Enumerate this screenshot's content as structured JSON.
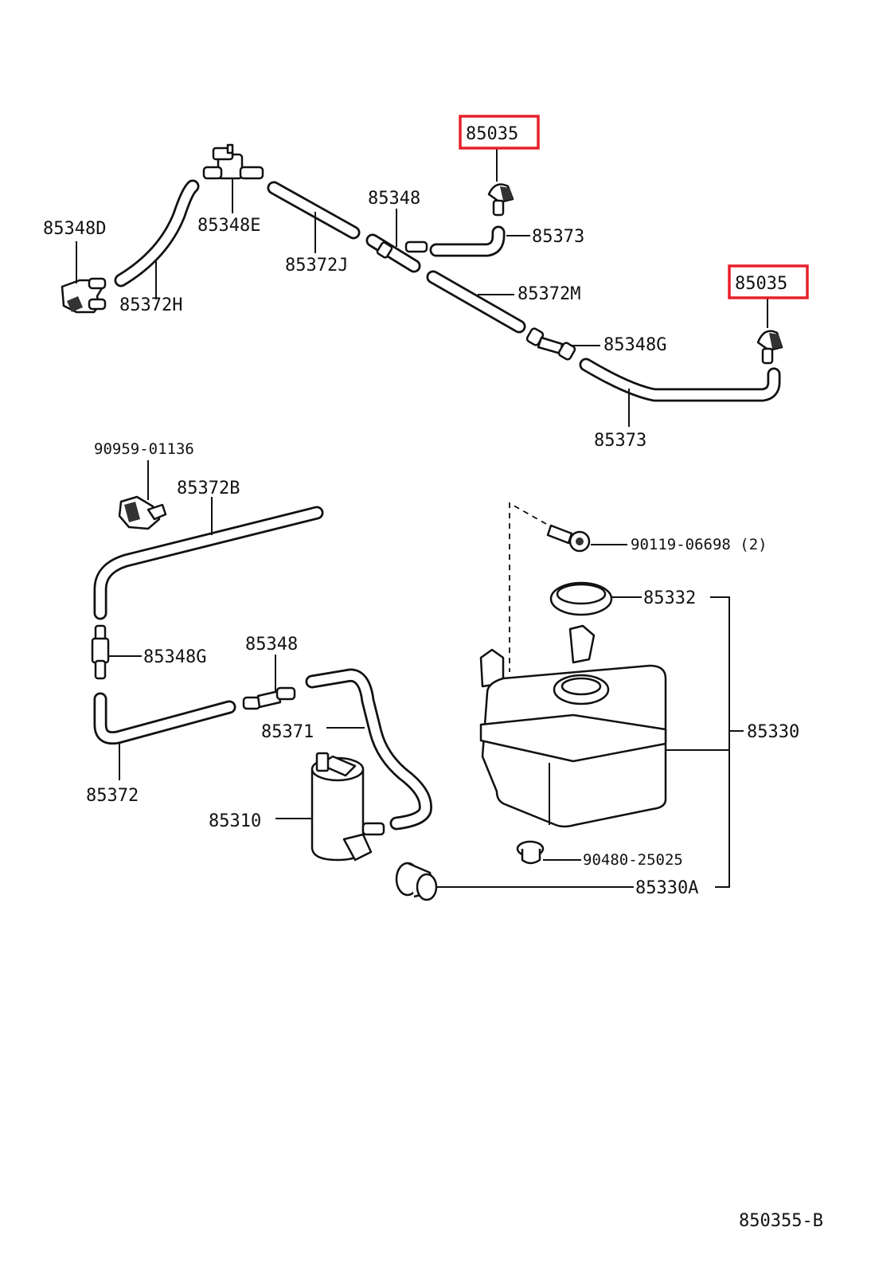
{
  "diagram": {
    "highlight_color": "#e8202a",
    "line_color": "#111111",
    "background": "#ffffff",
    "callouts": {
      "p85035_top": "85035",
      "p85035_right": "85035",
      "p85348_top": "85348",
      "p85348D": "85348D",
      "p85348E": "85348E",
      "p85373_top": "85373",
      "p85372J": "85372J",
      "p85372H": "85372H",
      "p85372M": "85372M",
      "p85348G_top": "85348G",
      "p85373_bottom": "85373",
      "p90959": "90959-01136",
      "p85372B": "85372B",
      "p90119": "90119-06698 (2)",
      "p85332": "85332",
      "p85348G_mid": "85348G",
      "p85348_mid": "85348",
      "p85371": "85371",
      "p85330": "85330",
      "p85372": "85372",
      "p85310": "85310",
      "p90480": "90480-25025",
      "p85330A": "85330A"
    },
    "figure_number": "850355-B"
  }
}
